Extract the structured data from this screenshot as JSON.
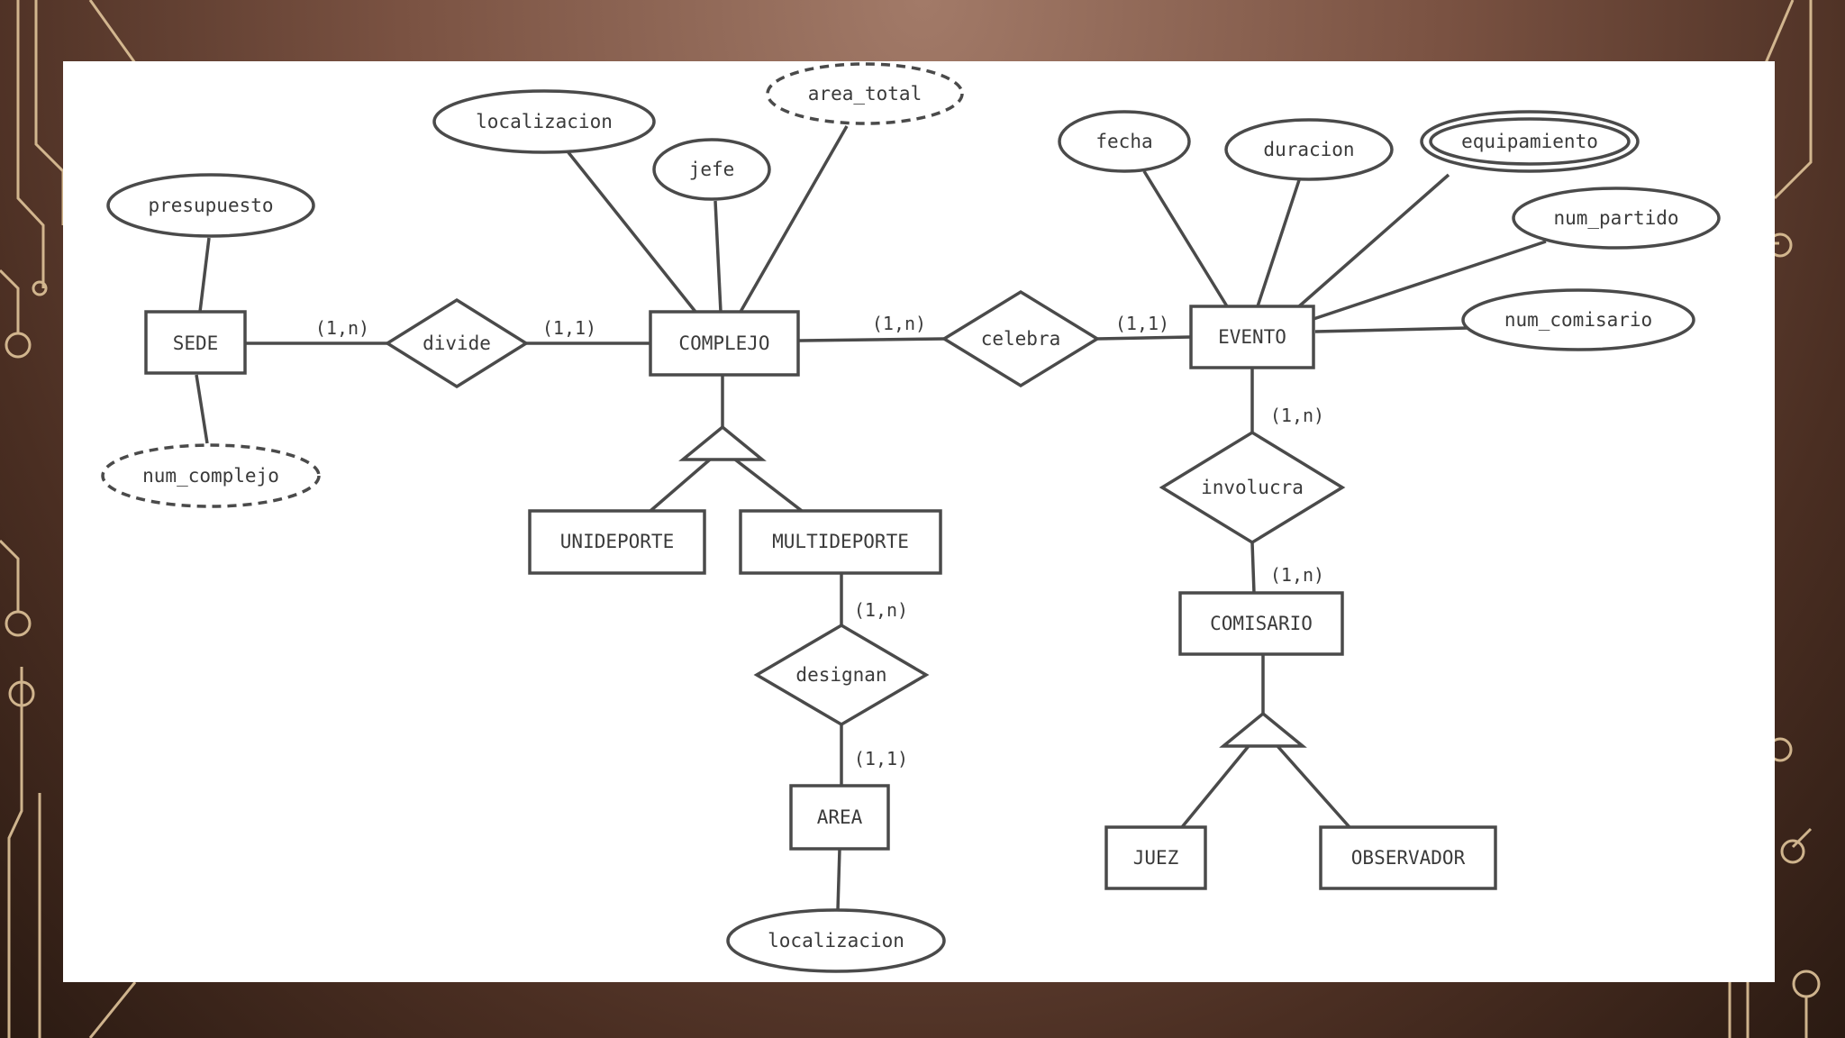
{
  "diagram": {
    "entities": [
      {
        "id": "sede",
        "label": "SEDE"
      },
      {
        "id": "complejo",
        "label": "COMPLEJO"
      },
      {
        "id": "evento",
        "label": "EVENTO"
      },
      {
        "id": "unideporte",
        "label": "UNIDEPORTE"
      },
      {
        "id": "multideporte",
        "label": "MULTIDEPORTE"
      },
      {
        "id": "area",
        "label": "AREA"
      },
      {
        "id": "comisario",
        "label": "COMISARIO"
      },
      {
        "id": "juez",
        "label": "JUEZ"
      },
      {
        "id": "observador",
        "label": "OBSERVADOR"
      }
    ],
    "relationships": [
      {
        "id": "divide",
        "label": "divide"
      },
      {
        "id": "celebra",
        "label": "celebra"
      },
      {
        "id": "involucra",
        "label": "involucra"
      },
      {
        "id": "designan",
        "label": "designan"
      }
    ],
    "attributes": [
      {
        "id": "presupuesto",
        "label": "presupuesto",
        "style": "normal"
      },
      {
        "id": "num_complejo",
        "label": "num_complejo",
        "style": "derived"
      },
      {
        "id": "localizacion_complejo",
        "label": "localizacion",
        "style": "normal"
      },
      {
        "id": "jefe",
        "label": "jefe",
        "style": "normal"
      },
      {
        "id": "area_total",
        "label": "area_total",
        "style": "derived"
      },
      {
        "id": "fecha",
        "label": "fecha",
        "style": "normal"
      },
      {
        "id": "duracion",
        "label": "duracion",
        "style": "normal"
      },
      {
        "id": "equipamiento",
        "label": "equipamiento",
        "style": "multivalued"
      },
      {
        "id": "num_partido",
        "label": "num_partido",
        "style": "normal"
      },
      {
        "id": "num_comisario",
        "label": "num_comisario",
        "style": "normal"
      },
      {
        "id": "localizacion_area",
        "label": "localizacion",
        "style": "normal"
      }
    ],
    "cardinalities": [
      {
        "id": "sede_divide",
        "label": "(1,n)"
      },
      {
        "id": "divide_complejo",
        "label": "(1,1)"
      },
      {
        "id": "complejo_celebra",
        "label": "(1,n)"
      },
      {
        "id": "celebra_evento",
        "label": "(1,1)"
      },
      {
        "id": "evento_involucra",
        "label": "(1,n)"
      },
      {
        "id": "involucra_comisario",
        "label": "(1,n)"
      },
      {
        "id": "multideporte_designan",
        "label": "(1,n)"
      },
      {
        "id": "designan_area",
        "label": "(1,1)"
      }
    ]
  }
}
